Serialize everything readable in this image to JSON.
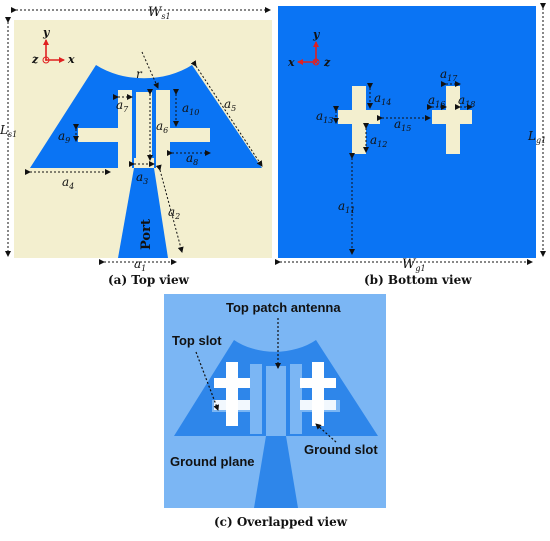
{
  "top_view": {
    "caption": "(a) Top view",
    "axis_y": "y",
    "axis_x": "x",
    "axis_z": "z",
    "port": "Port",
    "labels": {
      "ws1": "W",
      "ws1_sub": "s1",
      "ls1": "L",
      "ls1_sub": "s1",
      "a1": "a",
      "a1_sub": "1",
      "a2": "a",
      "a2_sub": "2",
      "a3": "a",
      "a3_sub": "3",
      "a4": "a",
      "a4_sub": "4",
      "a5": "a",
      "a5_sub": "5",
      "a6": "a",
      "a6_sub": "6",
      "a7": "a",
      "a7_sub": "7",
      "a8": "a",
      "a8_sub": "8",
      "a9": "a",
      "a9_sub": "9",
      "a10": "a",
      "a10_sub": "10",
      "r": "r"
    }
  },
  "bottom_view": {
    "caption": "(b) Bottom view",
    "axis_y": "y",
    "axis_x": "x",
    "axis_z": "z",
    "labels": {
      "wg1": "W",
      "wg1_sub": "g1",
      "lg1": "L",
      "lg1_sub": "g1",
      "a11": "a",
      "a11_sub": "11",
      "a12": "a",
      "a12_sub": "12",
      "a13": "a",
      "a13_sub": "13",
      "a14": "a",
      "a14_sub": "14",
      "a15": "a",
      "a15_sub": "15",
      "a16": "a",
      "a16_sub": "16",
      "a17": "a",
      "a17_sub": "17",
      "a18": "a",
      "a18_sub": "18"
    }
  },
  "overlapped_view": {
    "caption": "(c) Overlapped view",
    "top_patch_antenna": "Top patch antenna",
    "top_slot": "Top slot",
    "ground_plane": "Ground plane",
    "ground_slot": "Ground slot"
  },
  "colors": {
    "substrate": "#F3EFCF",
    "copper": "#0A74F4",
    "slot": "#F3EFCF",
    "overlap_ground": "#7BB6F4",
    "overlap_patch": "#2E86EA",
    "axis_red": "#E02020"
  }
}
